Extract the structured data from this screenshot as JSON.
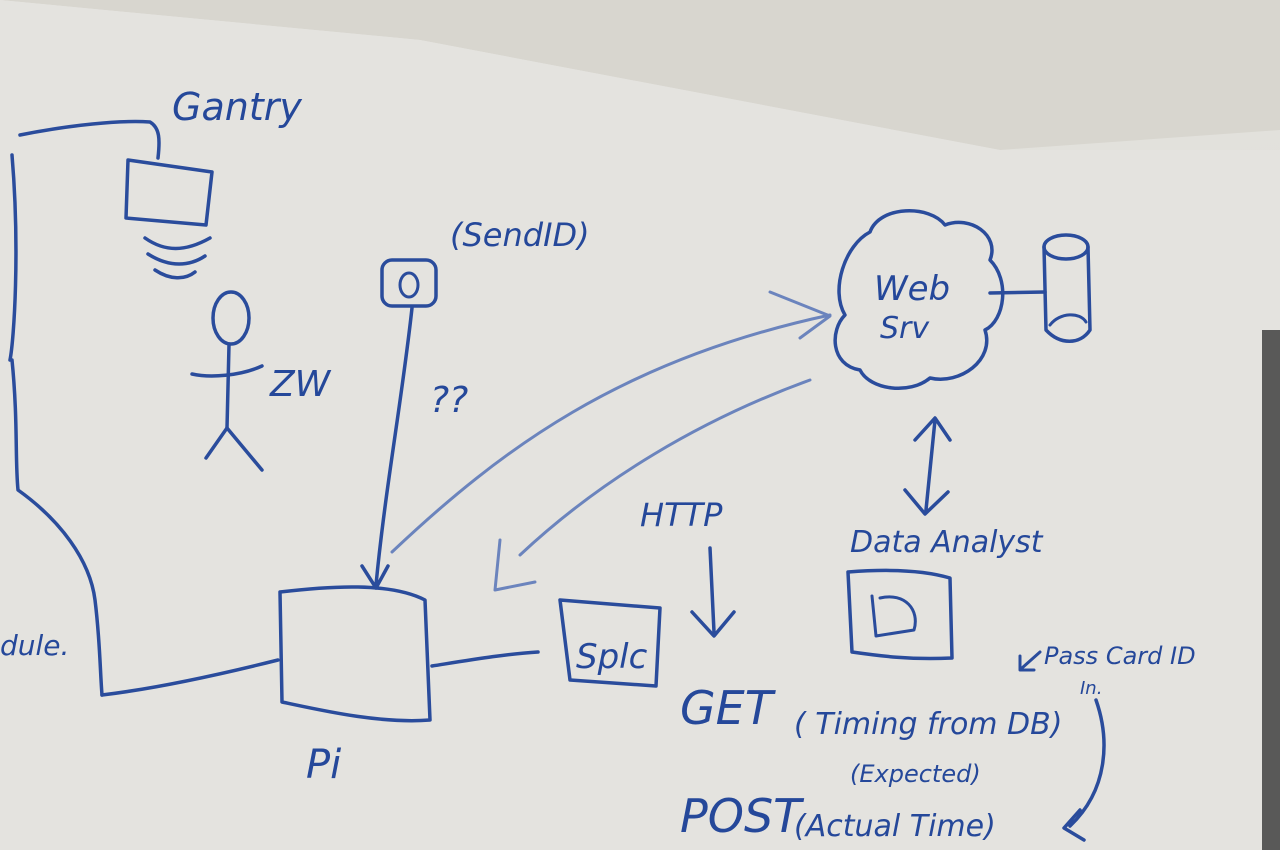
{
  "labels": {
    "gantry": "Gantry",
    "send_id": "(SendID)",
    "person_code": "ZW",
    "unknown": "??",
    "web_server_line1": "Web",
    "web_server_line2": "Srv",
    "protocol": "HTTP",
    "data_analyst": "Data Analyst",
    "plc": "Splc",
    "pi": "Pi",
    "left_fragment": "dule.",
    "get_method": "GET",
    "get_desc": "( Timing from DB)",
    "expected_note": "(Expected)",
    "post_method": "POST",
    "post_desc": "(Actual Time)",
    "pass_card_id": "Pass Card ID",
    "pass_card_sub": "In."
  },
  "colors": {
    "ink": "#2a4c9c",
    "board": "#e3e2de",
    "wall": "#d7d4cd"
  }
}
